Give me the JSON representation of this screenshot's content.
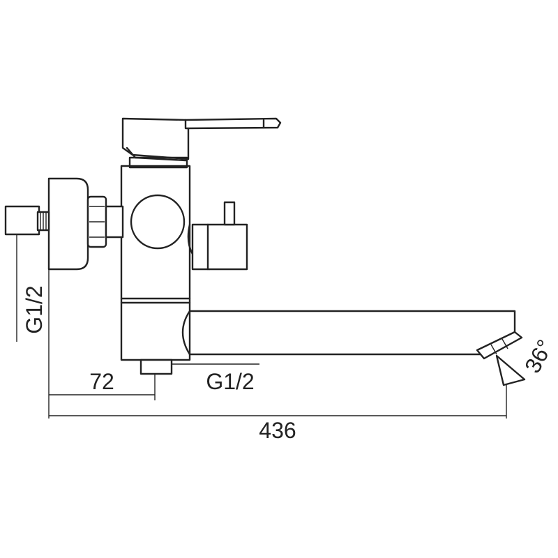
{
  "dimensions": {
    "overall_length": "436",
    "outlet_offset": "72",
    "inlet_thread_left": "G1/2",
    "outlet_thread_bottom": "G1/2",
    "spout_angle": "36°"
  },
  "colors": {
    "line": "#222222",
    "background": "#ffffff"
  }
}
